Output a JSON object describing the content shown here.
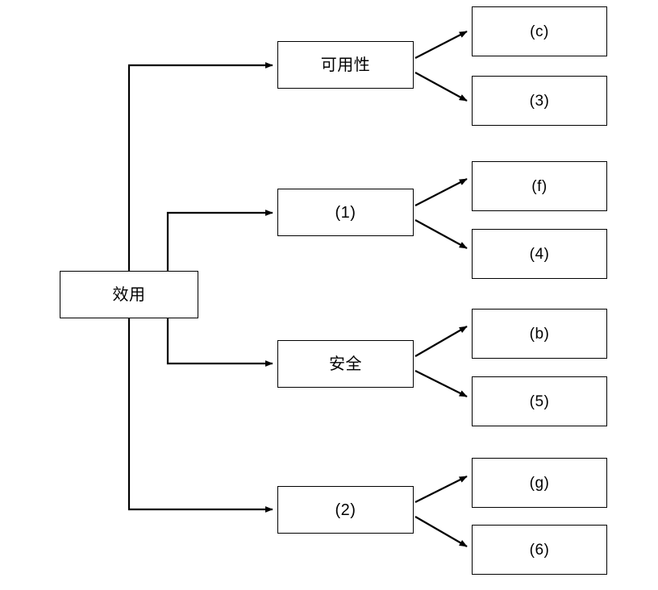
{
  "diagram": {
    "type": "hierarchy-tree",
    "title": "",
    "background_color": "#ffffff",
    "line_color": "#000000",
    "box_fill_color": "#ffffff",
    "root": {
      "id": "root",
      "label": "效用"
    },
    "branches": [
      {
        "id": "branch-1",
        "label": "可用性",
        "leaves": [
          {
            "id": "leaf-c",
            "label": "(c)"
          },
          {
            "id": "leaf-3",
            "label": "(3)"
          }
        ]
      },
      {
        "id": "branch-2",
        "label": "(1)",
        "leaves": [
          {
            "id": "leaf-f",
            "label": "(f)"
          },
          {
            "id": "leaf-4",
            "label": "(4)"
          }
        ]
      },
      {
        "id": "branch-3",
        "label": "安全",
        "leaves": [
          {
            "id": "leaf-b",
            "label": "(b)"
          },
          {
            "id": "leaf-5",
            "label": "(5)"
          }
        ]
      },
      {
        "id": "branch-4",
        "label": "(2)",
        "leaves": [
          {
            "id": "leaf-g",
            "label": "(g)"
          },
          {
            "id": "leaf-6",
            "label": "(6)"
          }
        ]
      }
    ]
  }
}
